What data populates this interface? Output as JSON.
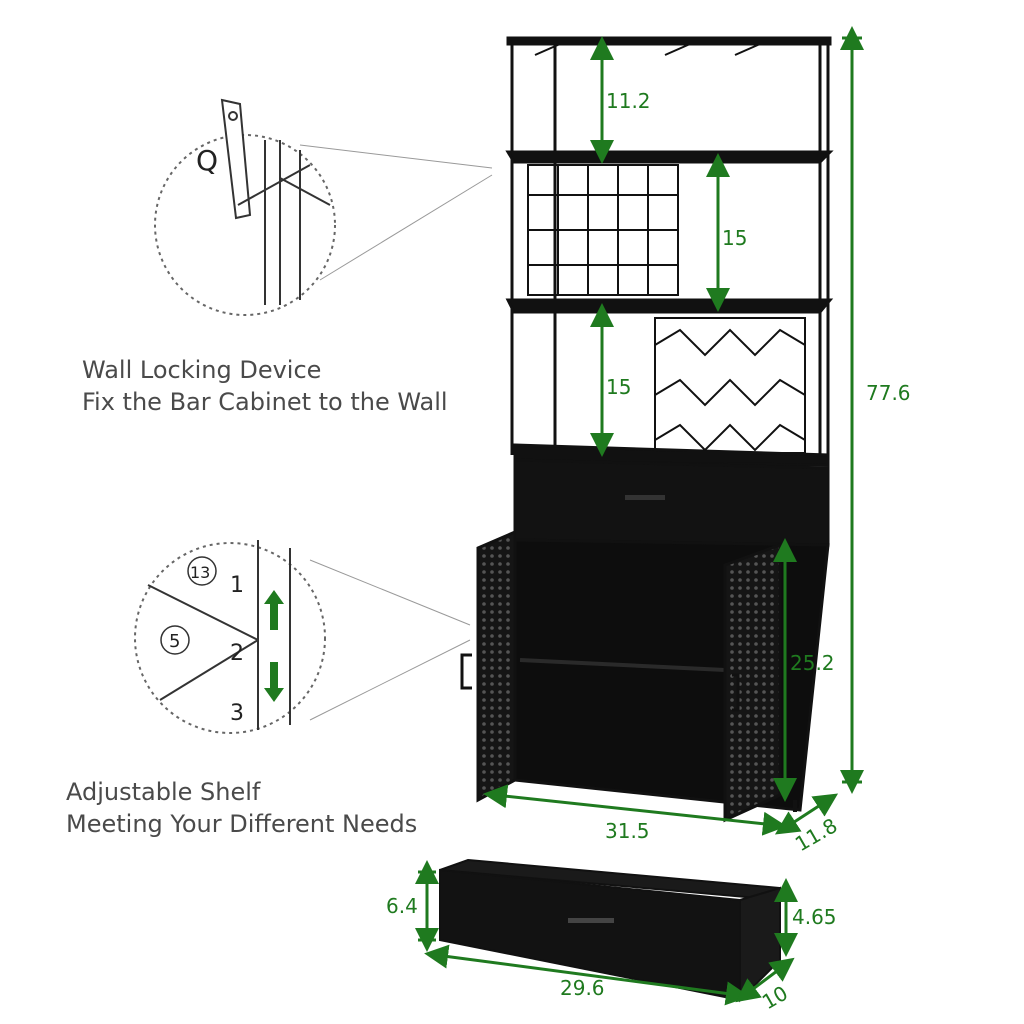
{
  "colors": {
    "dimension": "#1f7a1f",
    "furniture": "#111111",
    "caption": "#4a4a4a"
  },
  "features": {
    "wall_lock": {
      "line1": "Wall Locking Device",
      "line2": "Fix the Bar Cabinet to the Wall",
      "part_label": "Q"
    },
    "adjustable_shelf": {
      "line1": "Adjustable Shelf",
      "line2": "Meeting Your Different Needs",
      "part_labels": [
        "13",
        "5"
      ],
      "positions": [
        "1",
        "2",
        "3"
      ]
    }
  },
  "dimensions": {
    "top_shelf_gap": "11.2",
    "middle_shelf_gap": "15",
    "lower_shelf_gap": "15",
    "total_height": "77.6",
    "cabinet_height": "25.2",
    "cabinet_width": "31.5",
    "cabinet_depth": "11.8",
    "drawer_height_front": "6.4",
    "drawer_height_inner": "4.65",
    "drawer_width": "29.6",
    "drawer_depth": "10"
  }
}
